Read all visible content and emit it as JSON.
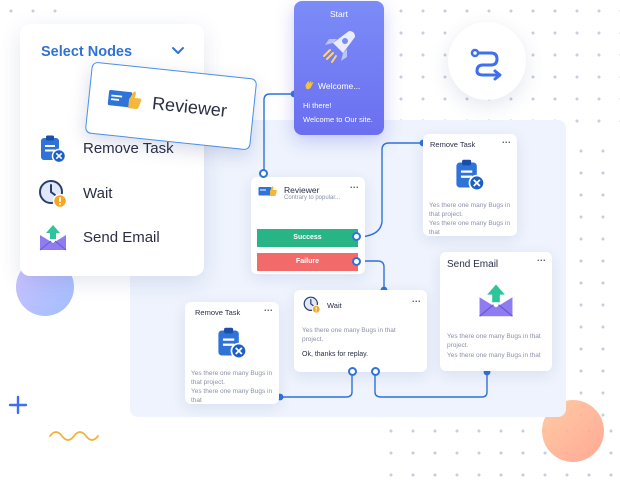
{
  "panel": {
    "title": "Select Nodes",
    "items": [
      {
        "label": "Remove Task",
        "icon": "clipboard-remove-icon"
      },
      {
        "label": "Wait",
        "icon": "clock-wait-icon"
      },
      {
        "label": "Send Email",
        "icon": "envelope-send-icon"
      }
    ]
  },
  "drag_pill": {
    "label": "Reviewer",
    "icon": "reviewer-thumbs-up-icon"
  },
  "start_node": {
    "title": "Start",
    "welcome": "Welcome...",
    "line1": "Hi there!",
    "line2": "Welcome to Our site."
  },
  "reviewer_node": {
    "title": "Reviewer",
    "subtitle": "Contrary to popular...",
    "more": "...",
    "success": "Success",
    "failure": "Failure"
  },
  "remove_task_top": {
    "title": "Remove Task",
    "more": "...",
    "text1": "Yes there one many Bugs in that project.",
    "text2": "Yes there one many Bugs in that"
  },
  "send_email": {
    "title": "Send Email",
    "more": "...",
    "text1": "Yes there one many Bugs in that project.",
    "text2": "Yes there one many Bugs in that"
  },
  "wait_node": {
    "title": "Wait",
    "more": "...",
    "text1": "Yes there one many Bugs in that project.",
    "text2": "Ok, thanks for replay."
  },
  "remove_task_bottom": {
    "title": "Remove Task",
    "more": "...",
    "text1": "Yes there one many Bugs in that project.",
    "text2": "Yes there one many Bugs in that"
  },
  "colors": {
    "accent": "#2f73d8",
    "start_gradient": "#7b8cf7",
    "success": "#28b585",
    "failure": "#f26a6a",
    "canvas": "#eef3fd"
  }
}
